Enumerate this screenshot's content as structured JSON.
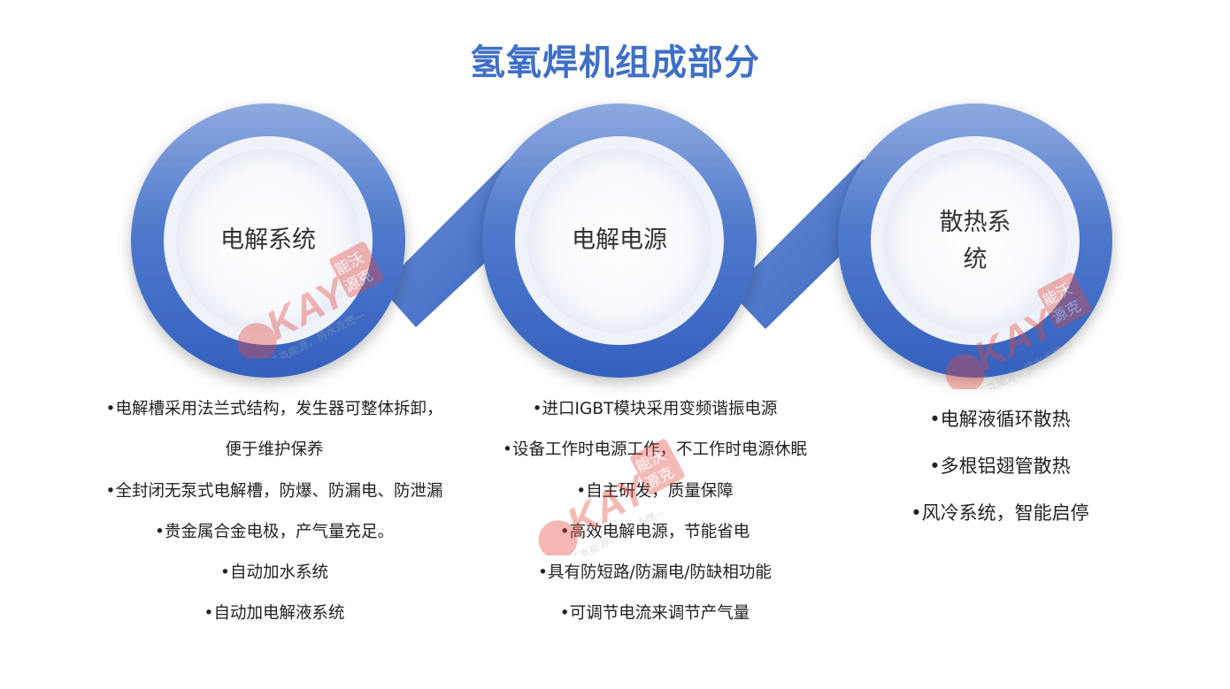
{
  "title": "氢氧焊机组成部分",
  "nodes": [
    {
      "label_lines": [
        "电解系统"
      ]
    },
    {
      "label_lines": [
        "电解电源"
      ]
    },
    {
      "label_lines": [
        "散热系",
        "统"
      ]
    }
  ],
  "columns": [
    {
      "items": [
        "•电解槽采用法兰式结构，发生器可整体拆卸，",
        "便于维护保养",
        "•全封闭无泵式电解槽，防爆、防漏电、防泄漏",
        "•贵金属合金电极，产气量充足。",
        "•自动加水系统",
        "•自动加电解液系统"
      ]
    },
    {
      "items": [
        "•进口IGBT模块采用变频谐振电源",
        "•设备工作时电源工作，不工作时电源休眠",
        "•自主研发，质量保障",
        "•高效电解电源，节能省电",
        "•具有防短路/防漏电/防缺相功能",
        "•可调节电流来调节产气量"
      ]
    },
    {
      "items": [
        "•电解液循环散热",
        "•多根铝翅管散热",
        "•风冷系统，智能启停"
      ]
    }
  ],
  "watermark": {
    "logo": "KAY",
    "brand_top": "能沃",
    "brand_bottom": "源克",
    "slogan": "—沃克能源，将水点燃—"
  },
  "colors": {
    "title": "#3f6fc6",
    "ring_light": "#8aa8df",
    "ring_dark": "#3563c0",
    "watermark": "#e8463c"
  }
}
